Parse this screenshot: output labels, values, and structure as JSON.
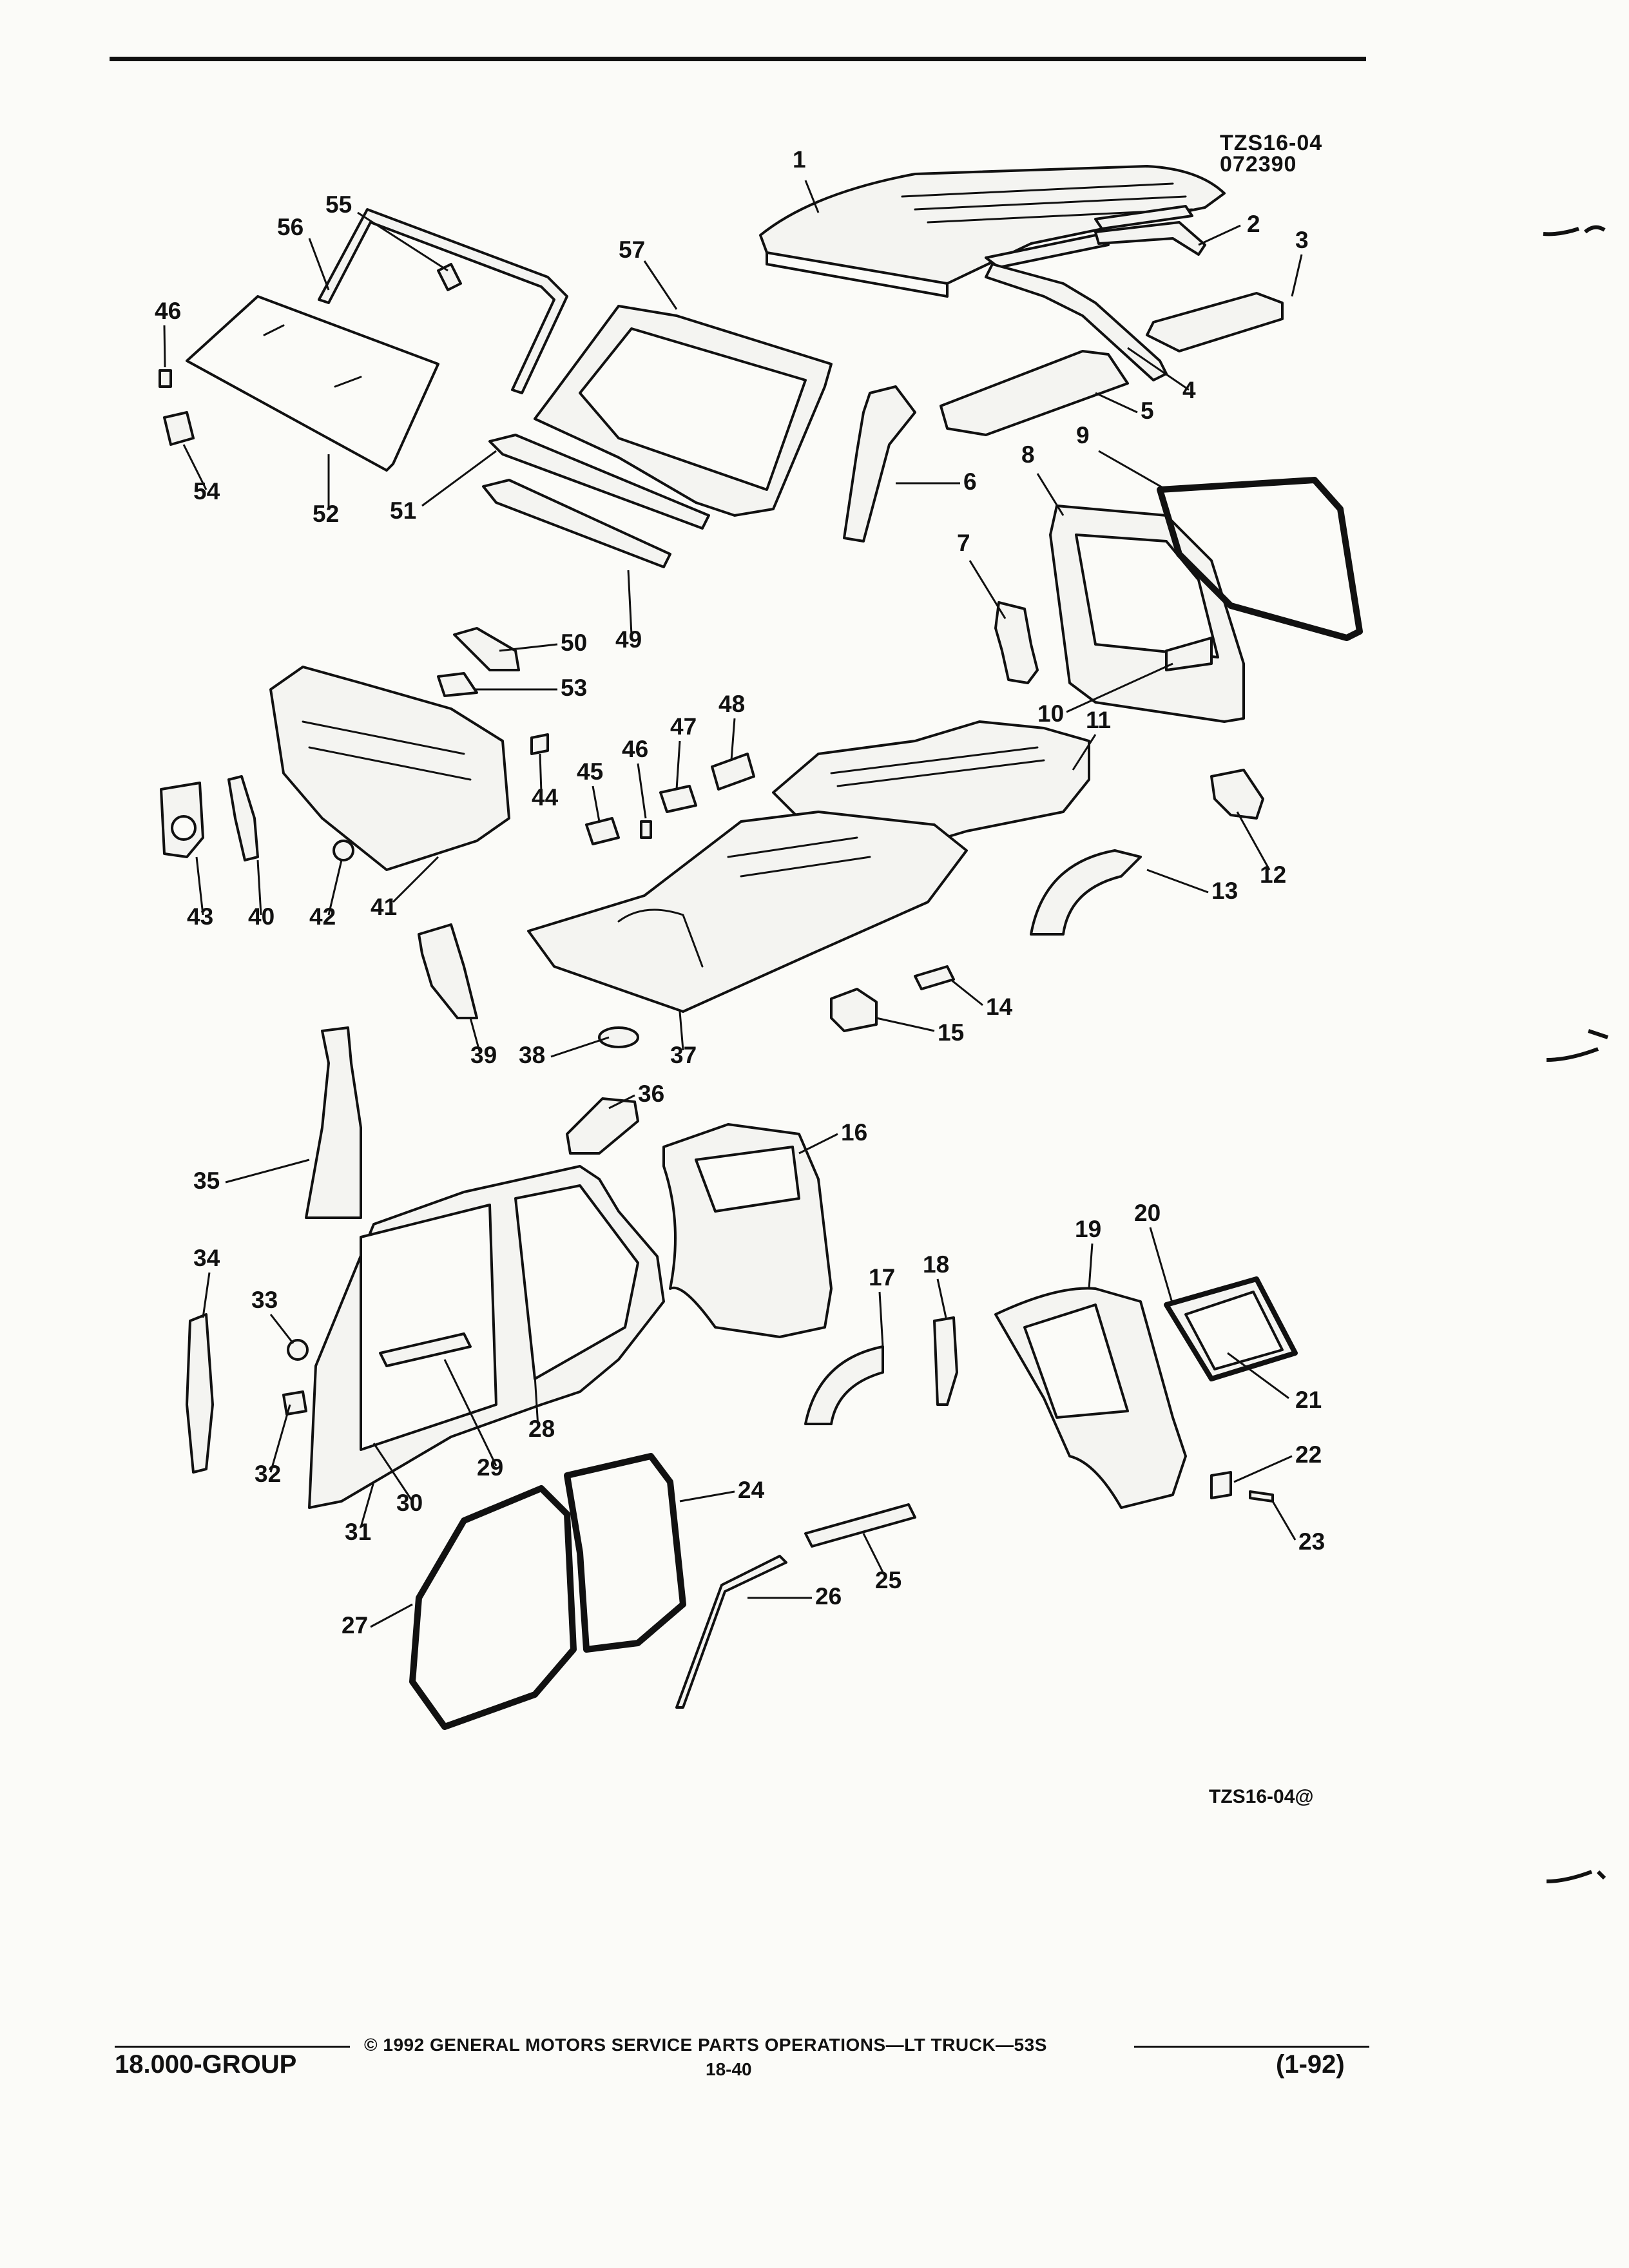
{
  "header": {
    "code_line1": "TZS16-04",
    "code_line2": "072390"
  },
  "diagram": {
    "bottom_ref": "TZS16-04@",
    "callouts": [
      {
        "label": "1"
      },
      {
        "label": "2"
      },
      {
        "label": "3"
      },
      {
        "label": "4"
      },
      {
        "label": "5"
      },
      {
        "label": "6"
      },
      {
        "label": "7"
      },
      {
        "label": "8"
      },
      {
        "label": "9"
      },
      {
        "label": "10"
      },
      {
        "label": "11"
      },
      {
        "label": "12"
      },
      {
        "label": "13"
      },
      {
        "label": "14"
      },
      {
        "label": "15"
      },
      {
        "label": "16"
      },
      {
        "label": "17"
      },
      {
        "label": "18"
      },
      {
        "label": "19"
      },
      {
        "label": "20"
      },
      {
        "label": "21"
      },
      {
        "label": "22"
      },
      {
        "label": "23"
      },
      {
        "label": "24"
      },
      {
        "label": "25"
      },
      {
        "label": "26"
      },
      {
        "label": "27"
      },
      {
        "label": "28"
      },
      {
        "label": "29"
      },
      {
        "label": "30"
      },
      {
        "label": "31"
      },
      {
        "label": "32"
      },
      {
        "label": "33"
      },
      {
        "label": "34"
      },
      {
        "label": "35"
      },
      {
        "label": "36"
      },
      {
        "label": "37"
      },
      {
        "label": "38"
      },
      {
        "label": "39"
      },
      {
        "label": "40"
      },
      {
        "label": "41"
      },
      {
        "label": "42"
      },
      {
        "label": "43"
      },
      {
        "label": "44"
      },
      {
        "label": "45"
      },
      {
        "label": "46"
      },
      {
        "label": "46"
      },
      {
        "label": "47"
      },
      {
        "label": "48"
      },
      {
        "label": "49"
      },
      {
        "label": "50"
      },
      {
        "label": "51"
      },
      {
        "label": "52"
      },
      {
        "label": "53"
      },
      {
        "label": "54"
      },
      {
        "label": "55"
      },
      {
        "label": "56"
      },
      {
        "label": "57"
      }
    ]
  },
  "footer": {
    "copyright": "© 1992 GENERAL MOTORS SERVICE PARTS OPERATIONS—LT TRUCK—53S",
    "group": "18.000-GROUP",
    "page": "18-40",
    "date": "(1-92)"
  }
}
